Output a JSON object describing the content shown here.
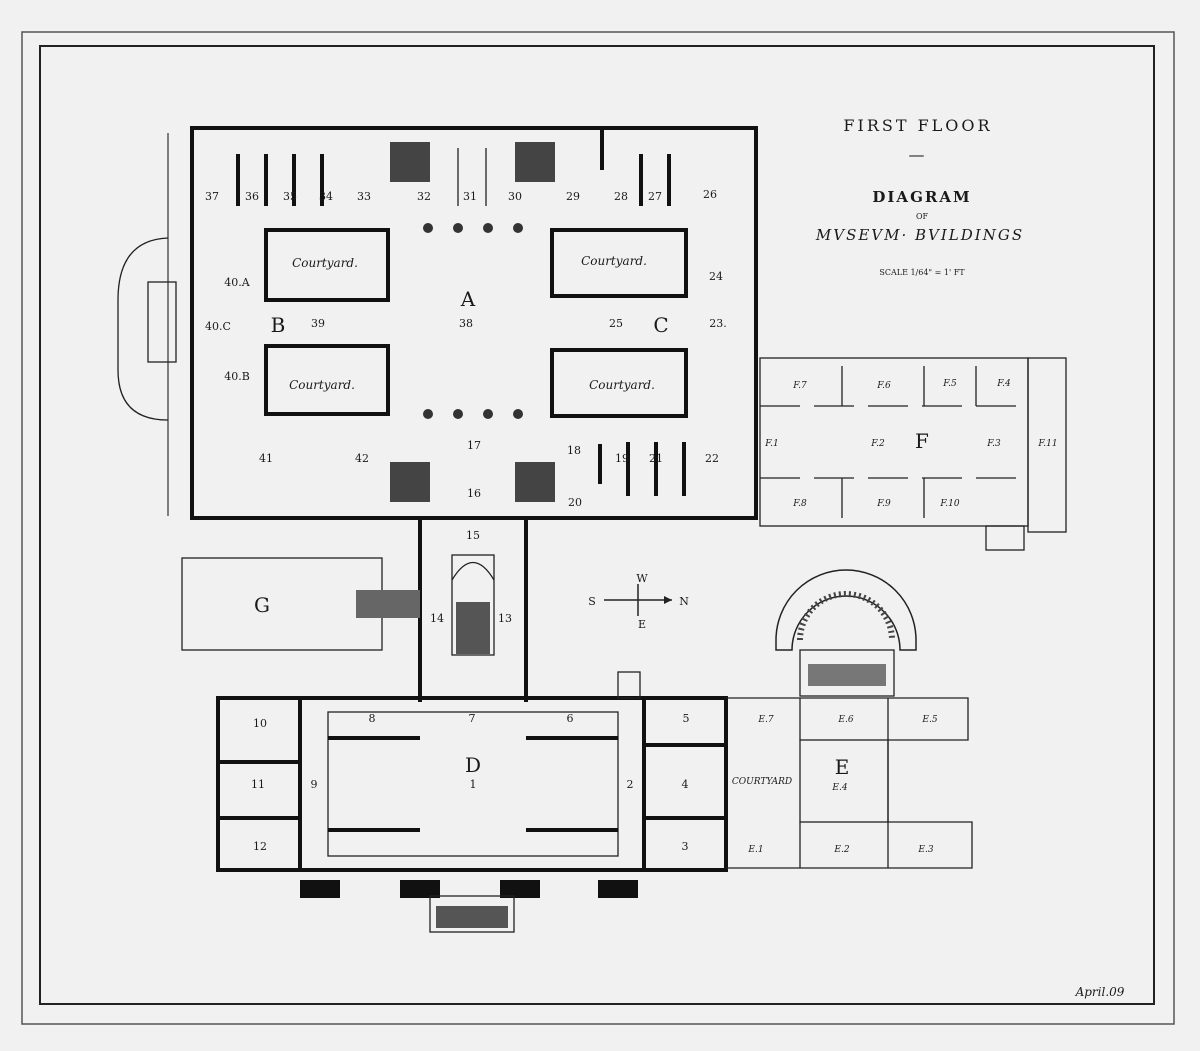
{
  "title": {
    "line1": "FIRST FLOOR",
    "dash": "—",
    "line2": "DIAGRAM",
    "of": "OF",
    "line3": "MVSEVM· BVILDINGS",
    "scale": "SCALE 1/64\" = 1' FT"
  },
  "compass": {
    "w": "W",
    "s": "S",
    "n": "N",
    "e": "E"
  },
  "date": "April.09",
  "blocks": {
    "a": "A",
    "b": "B",
    "c": "C",
    "d": "D",
    "e": "E",
    "f": "F",
    "g": "G"
  },
  "courtyards": {
    "nw": "Courtyard.",
    "ne": "Courtyard.",
    "sw": "Courtyard.",
    "se": "Courtyard.",
    "e": "COURTYARD"
  },
  "rooms": {
    "r37": "37",
    "r36": "36",
    "r35": "35",
    "r34": "34",
    "r33": "33",
    "r32": "32",
    "r31": "31",
    "r30": "30",
    "r29": "29",
    "r28": "28",
    "r27": "27",
    "r26": "26",
    "r24": "24",
    "r23": "23.",
    "r25": "25",
    "r38": "38",
    "r39": "39",
    "r40a": "40.A",
    "r40b": "40.B",
    "r40c": "40.C",
    "r41": "41",
    "r42": "42",
    "r17": "17",
    "r16": "16",
    "r15": "15",
    "r18": "18",
    "r19": "19",
    "r20": "20",
    "r21": "21",
    "r22": "22",
    "r14": "14",
    "r13": "13",
    "r10": "10",
    "r11": "11",
    "r12": "12",
    "r9": "9",
    "r8": "8",
    "r7": "7",
    "r6": "6",
    "r5": "5",
    "r4": "4",
    "r3": "3",
    "r2": "2",
    "r1": "1"
  },
  "f_rooms": {
    "f1": "F.1",
    "f2": "F.2",
    "f3": "F.3",
    "f4": "F.4",
    "f5": "F.5",
    "f6": "F.6",
    "f7": "F.7",
    "f8": "F.8",
    "f9": "F.9",
    "f10": "F.10",
    "f11": "F.11"
  },
  "e_rooms": {
    "e1": "E.1",
    "e2": "E.2",
    "e3": "E.3",
    "e4": "E.4",
    "e5": "E.5",
    "e6": "E.6",
    "e7": "E.7"
  }
}
